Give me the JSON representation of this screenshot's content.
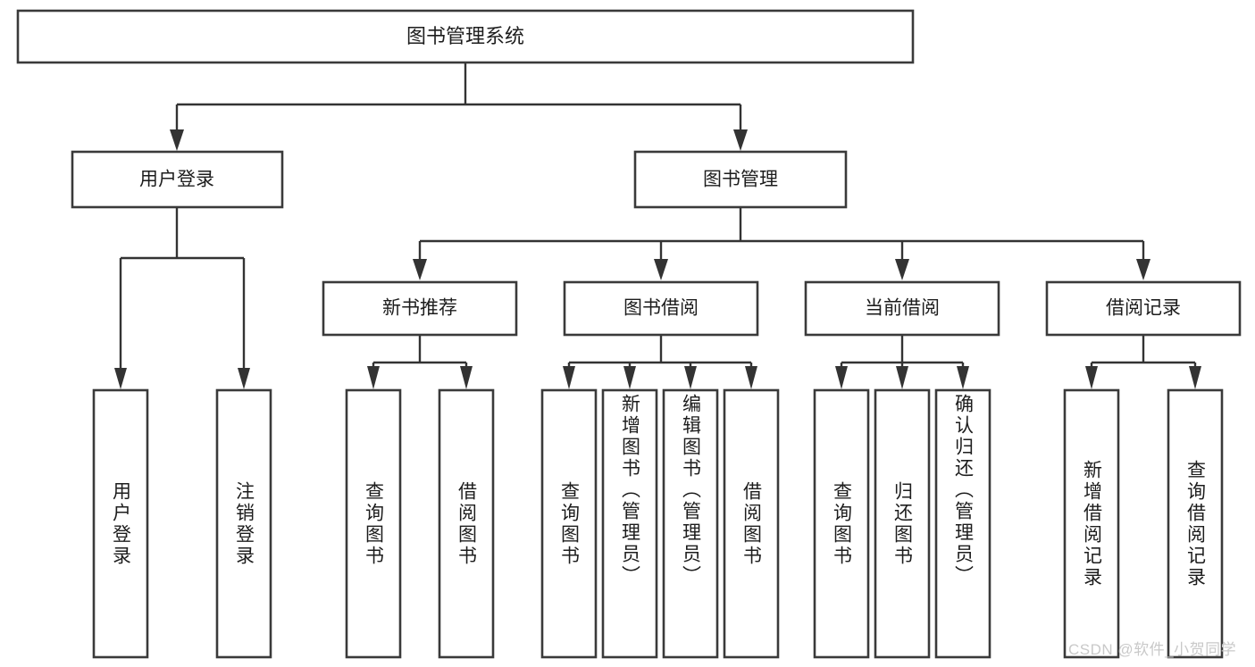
{
  "diagram": {
    "type": "tree-hierarchy",
    "title": "图书管理系统",
    "root": {
      "id": "root",
      "label": "图书管理系统",
      "level": 1
    },
    "level2": [
      {
        "id": "user-login",
        "label": "用户登录",
        "level": 2
      },
      {
        "id": "book-management",
        "label": "图书管理",
        "level": 2
      }
    ],
    "level3": [
      {
        "id": "new-book-recommend",
        "label": "新书推荐",
        "level": 3,
        "parent": "book-management"
      },
      {
        "id": "book-borrow",
        "label": "图书借阅",
        "level": 3,
        "parent": "book-management"
      },
      {
        "id": "current-borrow",
        "label": "当前借阅",
        "level": 3,
        "parent": "book-management"
      },
      {
        "id": "borrow-record",
        "label": "借阅记录",
        "level": 3,
        "parent": "book-management"
      }
    ],
    "leaves": [
      {
        "id": "leaf-user-login",
        "label": "用户登录",
        "parent": "user-login"
      },
      {
        "id": "leaf-logout-login",
        "label": "注销登录",
        "parent": "user-login"
      },
      {
        "id": "leaf-query-book-1",
        "label": "查询图书",
        "parent": "new-book-recommend"
      },
      {
        "id": "leaf-borrow-book-1",
        "label": "借阅图书",
        "parent": "new-book-recommend"
      },
      {
        "id": "leaf-query-book-2",
        "label": "查询图书",
        "parent": "book-borrow"
      },
      {
        "id": "leaf-add-book",
        "label": "新增图书（管理员）",
        "parent": "book-borrow"
      },
      {
        "id": "leaf-edit-book",
        "label": "编辑图书（管理员）",
        "parent": "book-borrow"
      },
      {
        "id": "leaf-borrow-book-2",
        "label": "借阅图书",
        "parent": "book-borrow"
      },
      {
        "id": "leaf-query-book-3",
        "label": "查询图书",
        "parent": "current-borrow"
      },
      {
        "id": "leaf-return-book",
        "label": "归还图书",
        "parent": "current-borrow"
      },
      {
        "id": "leaf-confirm-return",
        "label": "确认归还（管理员）",
        "parent": "current-borrow"
      },
      {
        "id": "leaf-add-record",
        "label": "新增借阅记录",
        "parent": "borrow-record"
      },
      {
        "id": "leaf-query-record",
        "label": "查询借阅记录",
        "parent": "borrow-record"
      }
    ],
    "colors": {
      "box_stroke": "#3a3a3a",
      "box_fill": "#ffffff",
      "connector": "#333333",
      "text": "#1d1d1d",
      "background": "#ffffff",
      "watermark": "#c9c9c9"
    }
  },
  "watermark": {
    "text": "CSDN @软件_小贺同学"
  }
}
